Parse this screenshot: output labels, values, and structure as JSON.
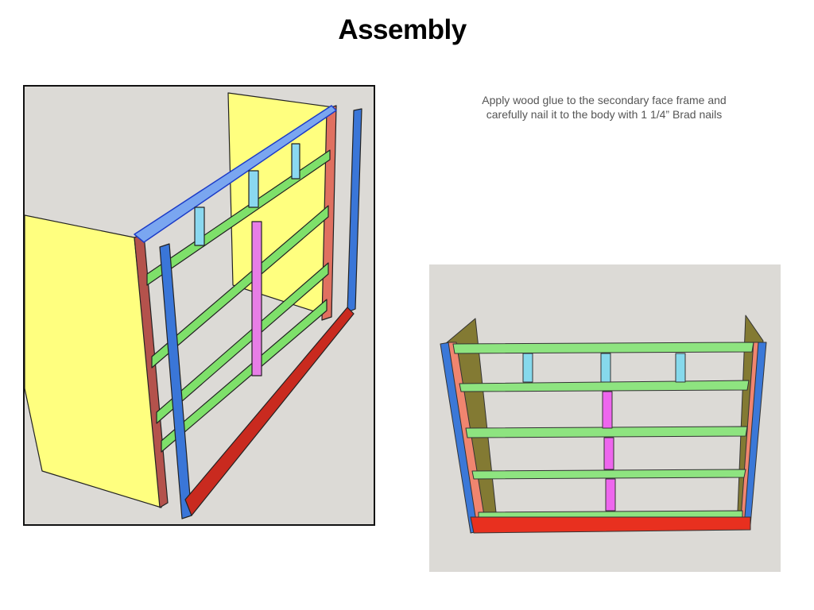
{
  "page": {
    "title": "Assembly",
    "instruction_line1": "Apply wood glue to the secondary face frame and",
    "instruction_line2": "carefully nail it to the body with 1 1/4” Brad nails"
  },
  "figures": {
    "exploded_view": {
      "icon": "exploded-face-frame-diagram",
      "colors": {
        "side_panel": "#ffff7f",
        "face_frame_stile_outer": "#3a76d8",
        "face_frame_stile_inner": "#b4524c",
        "rails": "#7ee06a",
        "dividers_light": "#8ad8f0",
        "divider_pink": "#e77ee6",
        "bottom_rail": "#c92a1f",
        "background": "#dcdad6"
      }
    },
    "front_view": {
      "icon": "assembled-face-frame-diagram",
      "colors": {
        "side_panel": "#837a33",
        "stile_outer": "#3b78d8",
        "stile_inner": "#f0856f",
        "rails": "#8ee480",
        "dividers_light": "#86d9ec",
        "divider_pink": "#ee66ee",
        "bottom_rail": "#e8301f",
        "background": "#dcdad6"
      }
    }
  }
}
